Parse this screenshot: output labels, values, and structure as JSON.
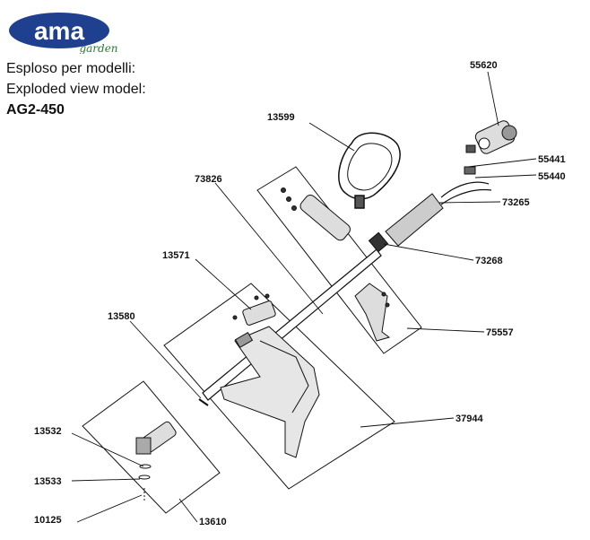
{
  "brand": {
    "name": "ama",
    "sub": "garden",
    "color": "#1f3f8f",
    "accent": "#2a7a3a"
  },
  "heading": {
    "line1": "Esploso per modelli:",
    "line2": "Exploded view model:",
    "model": "AG2-450"
  },
  "parts": {
    "p55620": "55620",
    "p13599": "13599",
    "p55441": "55441",
    "p55440": "55440",
    "p73826": "73826",
    "p73265": "73265",
    "p13571": "13571",
    "p73268": "73268",
    "p13580": "13580",
    "p75557": "75557",
    "p37944": "37944",
    "p13532": "13532",
    "p13533": "13533",
    "p10125": "10125",
    "p13610": "13610"
  }
}
